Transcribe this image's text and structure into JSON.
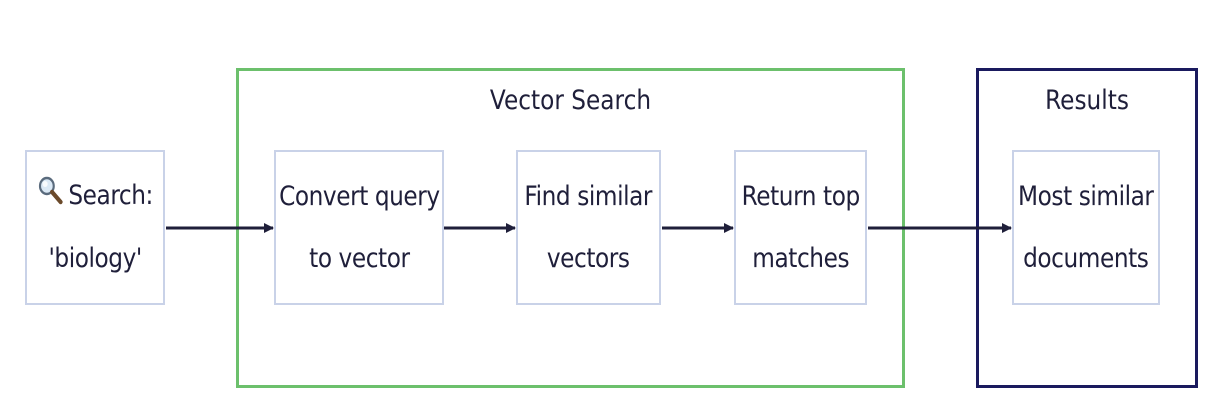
{
  "groups": {
    "vector_search": {
      "title": "Vector Search",
      "border_color": "#5cb85c"
    },
    "results": {
      "title": "Results",
      "border_color": "#1a1a5e"
    }
  },
  "nodes": {
    "search": {
      "icon": "magnifier-icon",
      "line1": "Search:",
      "line2": "'biology'"
    },
    "convert": {
      "line1": "Convert query",
      "line2": "to vector"
    },
    "find": {
      "line1": "Find similar",
      "line2": "vectors"
    },
    "return": {
      "line1": "Return top",
      "line2": "matches"
    },
    "docs": {
      "line1": "Most similar",
      "line2": "documents"
    }
  },
  "colors": {
    "node_border": "#c9d2e8",
    "arrow": "#1f1f3a"
  }
}
